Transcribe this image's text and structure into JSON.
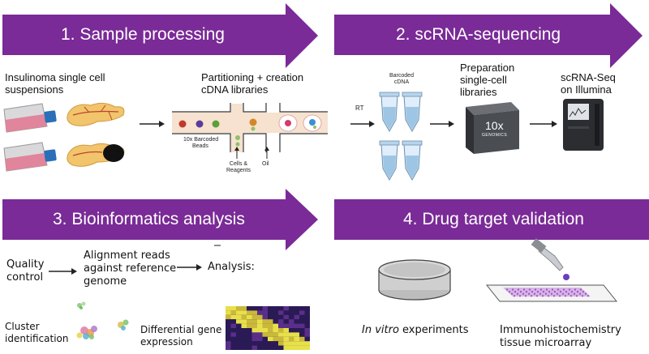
{
  "steps": [
    {
      "label": "1. Sample processing"
    },
    {
      "label": "2. scRNA-sequencing"
    },
    {
      "label": "3. Bioinformatics analysis"
    },
    {
      "label": "4. Drug target validation"
    }
  ],
  "panel1": {
    "insulinoma_line1": "Insulinoma single cell",
    "insulinoma_line2": "suspensions",
    "partition_line1": "Partitioning + creation",
    "partition_line2": "cDNA libraries",
    "beads_line1": "10x Barcoded",
    "beads_line2": "Beads",
    "cells_line1": "Cells &",
    "cells_line2": "Reagents",
    "oil": "Oil"
  },
  "panel2": {
    "barcoded_line1": "Barcoded",
    "barcoded_line2": "cDNA",
    "rt": "RT",
    "prep_line1": "Preparation",
    "prep_line2": "single-cell",
    "prep_line3": "libraries",
    "seq_line1": "scRNA-Seq",
    "seq_line2": "on Illumina",
    "device_brand": "10x",
    "device_sub": "GENOMICS"
  },
  "panel3": {
    "quality_line1": "Quality",
    "quality_line2": "control",
    "align_line1": "Alignment reads",
    "align_line2": "against reference",
    "align_line3": "genome",
    "analysis": "Analysis:",
    "cluster_line1": "Cluster",
    "cluster_line2": "identification",
    "diff_line1": "Differential gene",
    "diff_line2": "expression"
  },
  "panel4": {
    "invitro_italic": "In vitro",
    "invitro_rest": " experiments",
    "ihc_line1": "Immunohistochemistry",
    "ihc_line2": "tissue microarray"
  },
  "colors": {
    "banner": "#7a2b97",
    "flask_media": "#e0859b",
    "pancreas": "#f2c46b",
    "tumor": "#111111",
    "device": "#4a4d52"
  }
}
